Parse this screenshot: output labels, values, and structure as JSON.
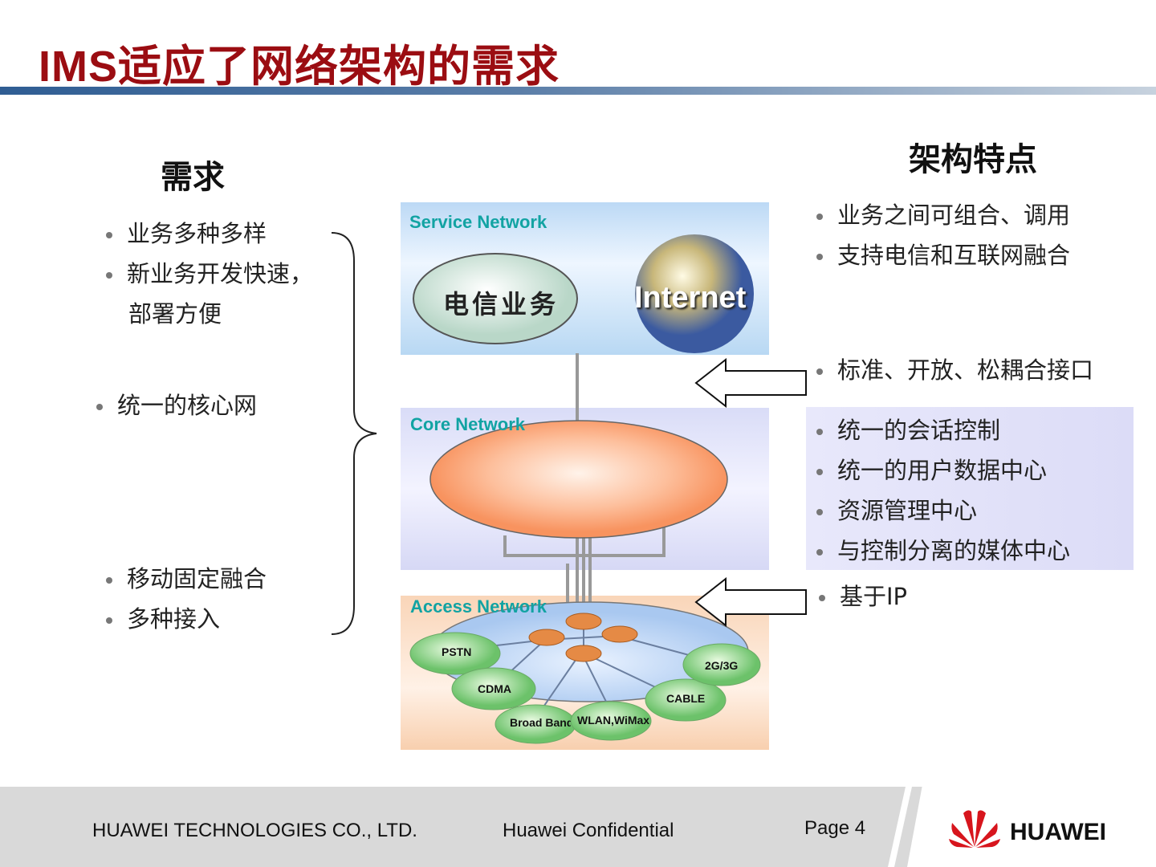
{
  "title": "IMS适应了网络架构的需求",
  "left": {
    "heading": "需求",
    "groups": [
      [
        "业务多种多样",
        "新业务开发快速，",
        "部署方便"
      ],
      [
        "统一的核心网"
      ],
      [
        "移动固定融合",
        "多种接入"
      ]
    ]
  },
  "right": {
    "heading": "架构特点",
    "service_features": [
      "业务之间可组合、调用",
      "支持电信和互联网融合"
    ],
    "interface_feature": "标准、开放、松耦合接口",
    "core_features": [
      "统一的会话控制",
      "统一的用户数据中心",
      "资源管理中心",
      "与控制分离的媒体中心"
    ],
    "access_feature": "基于IP"
  },
  "diagram": {
    "service_label": "Service Network",
    "telecom_service": "电信业务",
    "internet": "Internet",
    "core_label": "Core Network",
    "access_label": "Access Network",
    "access_nodes": [
      "PSTN",
      "CDMA",
      "Broad Band",
      "WLAN,WiMax",
      "CABLE",
      "2G/3G"
    ]
  },
  "footer": {
    "company": "HUAWEI TECHNOLOGIES CO., LTD.",
    "confidential": "Huawei Confidential",
    "page": "Page 4",
    "logo": "HUAWEI"
  }
}
